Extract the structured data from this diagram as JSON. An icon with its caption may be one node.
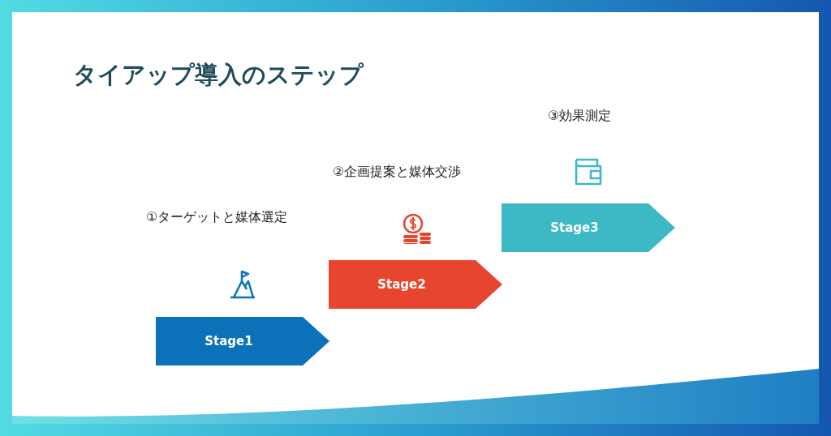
{
  "diagram": {
    "title": "タイアップ導入のステップ",
    "nodes": [
      {
        "text": [
          "Stage1"
        ]
      },
      {
        "text": [
          "Stage2"
        ]
      },
      {
        "text": [
          "Stage3"
        ]
      }
    ],
    "labels": [
      "③効果測定",
      "②企画提案と媒体交渉",
      "①ターゲットと媒体選定"
    ]
  }
}
